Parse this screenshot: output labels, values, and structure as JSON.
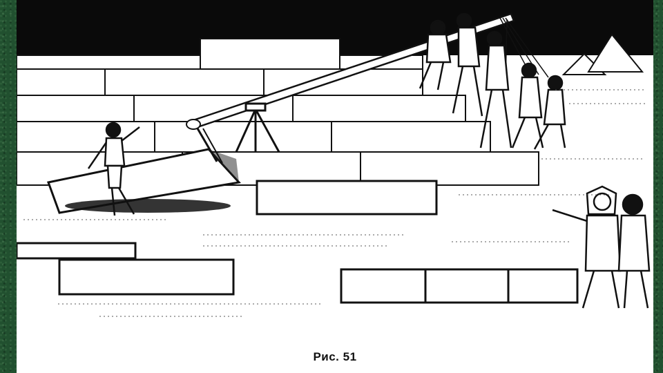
{
  "figure": {
    "caption": "Рис. 51"
  },
  "colors": {
    "frame_background": "#21502f",
    "illustration_background": "#ffffff",
    "sky": "#0a0a0a",
    "line_art": "#111111"
  },
  "scene": {
    "description_items": [
      "night-sky",
      "stepped-stone-terrace",
      "lever-beam",
      "tripod-fulcrum",
      "stone-block-being-lifted",
      "worker-at-block",
      "workers-pulling-ropes",
      "distant-pyramids",
      "pharaoh-and-attendant",
      "sand-stipple"
    ]
  }
}
